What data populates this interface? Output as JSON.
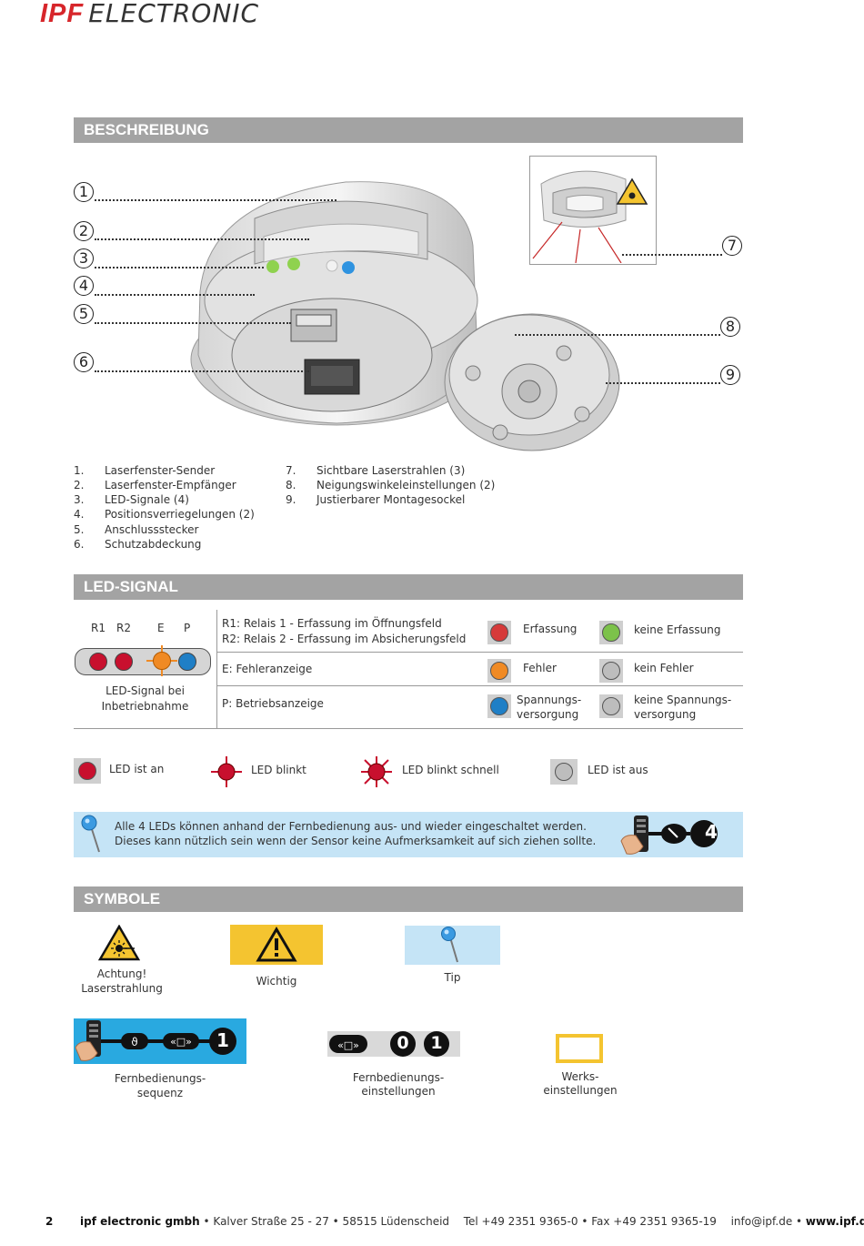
{
  "header": {
    "logo_ipf": "IPF",
    "logo_electronic": "ELECTRONIC"
  },
  "beschreibung": {
    "title": "BESCHREIBUNG",
    "callouts": [
      "1",
      "2",
      "3",
      "4",
      "5",
      "6",
      "7",
      "8",
      "9"
    ],
    "list_left": [
      {
        "num": "1.",
        "text": "Laserfenster-Sender"
      },
      {
        "num": "2.",
        "text": "Laserfenster-Empfänger"
      },
      {
        "num": "3.",
        "text": "LED-Signale (4)"
      },
      {
        "num": "4.",
        "text": "Positionsverriegelungen (2)"
      },
      {
        "num": "5.",
        "text": "Anschlussstecker"
      },
      {
        "num": "6.",
        "text": "Schutzabdeckung"
      }
    ],
    "list_right": [
      {
        "num": "7.",
        "text": "Sichtbare Laserstrahlen (3)"
      },
      {
        "num": "8.",
        "text": "Neigungswinkeleinstellungen (2)"
      },
      {
        "num": "9.",
        "text": "Justierbarer Montagesockel"
      }
    ]
  },
  "led_signal": {
    "title": "LED-SIGNAL",
    "led_labels": [
      "R1",
      "R2",
      "E",
      "P"
    ],
    "caption_line1": "LED-Signal bei",
    "caption_line2": "Inbetriebnahme",
    "rows": [
      {
        "desc1": "R1: Relais 1 - Erfassung im Öffnungsfeld",
        "desc2": "R2: Relais 2 - Erfassung im Absicherungsfeld",
        "on_label": "Erfassung",
        "on_color": "#d63a3a",
        "off_label": "keine Erfassung",
        "off_color": "#7cc24a"
      },
      {
        "desc1": "E: Fehleranzeige",
        "desc2": "",
        "on_label": "Fehler",
        "on_color": "#f08a24",
        "off_label": "kein Fehler",
        "off_color": "#bdbdbd"
      },
      {
        "desc1": "P: Betriebsanzeige",
        "desc2": "",
        "on_label1": "Spannungs-",
        "on_label2": "versorgung",
        "on_color": "#1f7fc6",
        "off_label1": "keine Spannungs-",
        "off_label2": "versorgung",
        "off_color": "#bdbdbd"
      }
    ],
    "legend": [
      {
        "label": "LED ist an"
      },
      {
        "label": "LED blinkt"
      },
      {
        "label": "LED blinkt schnell"
      },
      {
        "label": "LED ist aus"
      }
    ],
    "tip_line1": "Alle 4 LEDs können anhand der Fernbedienung aus- und wieder eingeschaltet werden.",
    "tip_line2": "Dieses kann nützlich sein wenn der Sensor keine Aufmerksamkeit auf sich ziehen sollte.",
    "tip_number": "4"
  },
  "symbole": {
    "title": "SYMBOLE",
    "laser_label1": "Achtung!",
    "laser_label2": "Laserstrahlung",
    "wichtig_label": "Wichtig",
    "tip_label": "Tip",
    "remote_seq_label1": "Fernbedienungs-",
    "remote_seq_label2": "sequenz",
    "remote_seq_number": "1",
    "remote_set_label1": "Fernbedienungs-",
    "remote_set_label2": "einstellungen",
    "remote_set_num1": "0",
    "remote_set_num2": "1",
    "werks_label1": "Werks-",
    "werks_label2": "einstellungen"
  },
  "colors": {
    "red": "#c8102e",
    "accent_red": "#d7262b",
    "bar_gray": "#a3a3a3",
    "tip_blue": "#c5e4f6",
    "wichtig_yellow": "#f4c430"
  },
  "footer": {
    "page": "2",
    "company": "ipf electronic gmbh",
    "address": " • Kalver Straße 25 - 27 • 58515 Lüdenscheid",
    "tel": "Tel +49 2351 9365-0 • Fax +49 2351 9365-19",
    "email": "info@ipf.de • ",
    "web": "www.ipf.de"
  }
}
